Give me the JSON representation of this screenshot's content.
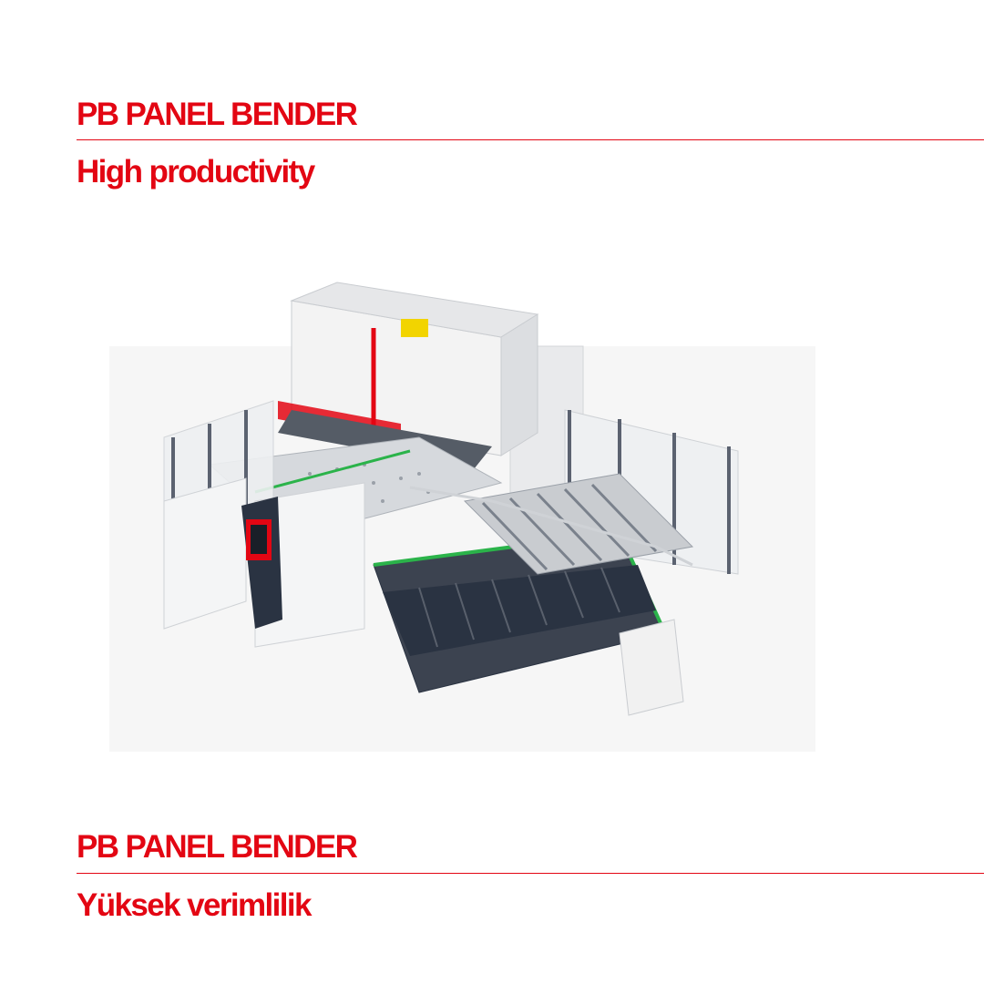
{
  "top": {
    "title": "PB PANEL BENDER",
    "subtitle": "High productivity"
  },
  "bottom": {
    "title": "PB PANEL BENDER",
    "subtitle": "Yüksek verimlilik"
  },
  "colors": {
    "brand_red": "#e30613",
    "accent_green": "#2bb34a",
    "accent_yellow": "#f2d400",
    "machine_white": "#f1f1f1",
    "machine_grey": "#c9ccd0",
    "dark_navy": "#2a3342"
  },
  "image": {
    "subject": "panel-bender-machine"
  }
}
